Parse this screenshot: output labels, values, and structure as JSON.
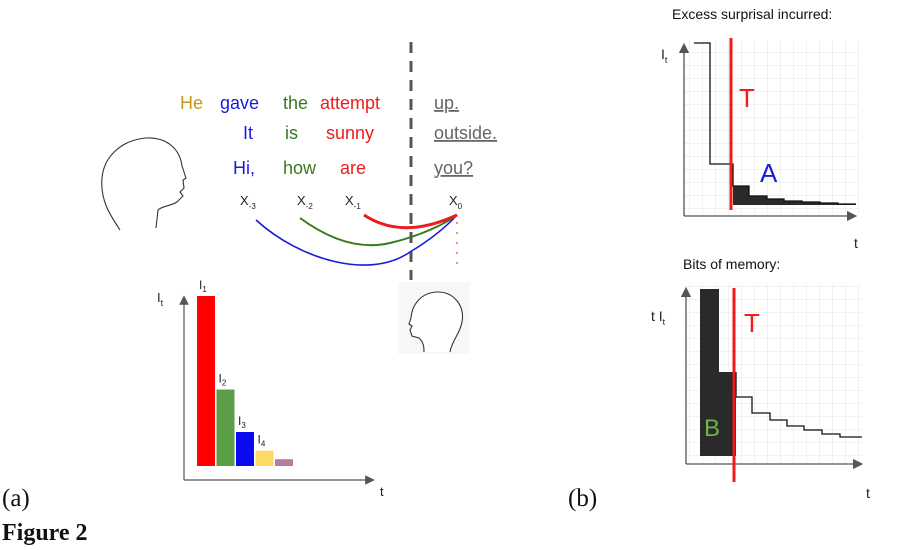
{
  "figure_caption": "Figure 2",
  "panel_a": {
    "label": "(a)",
    "sentences": [
      {
        "tokens": [
          {
            "text": "He",
            "color": "#c8961e"
          },
          {
            "text": "gave",
            "color": "#1a1adb"
          },
          {
            "text": "the",
            "color": "#3a7a1e"
          },
          {
            "text": "attempt",
            "color": "#ee1c1c"
          }
        ],
        "target": "up."
      },
      {
        "tokens": [
          {
            "text": "It",
            "color": "#1a1adb"
          },
          {
            "text": "is",
            "color": "#3a7a1e"
          },
          {
            "text": "sunny",
            "color": "#ee1c1c"
          }
        ],
        "target": "outside."
      },
      {
        "tokens": [
          {
            "text": "Hi,",
            "color": "#1a1adb"
          },
          {
            "text": "how",
            "color": "#3a7a1e"
          },
          {
            "text": "are",
            "color": "#ee1c1c"
          }
        ],
        "target": "you?"
      }
    ],
    "positions": [
      {
        "base": "X",
        "sub": "-3"
      },
      {
        "base": "X",
        "sub": "-2"
      },
      {
        "base": "X",
        "sub": "-1"
      },
      {
        "base": "X",
        "sub": "0"
      }
    ],
    "target_color": "#666666",
    "arc_colors": [
      "#1a1adb",
      "#3a7a1e",
      "#ee1c1c"
    ]
  },
  "panel_a_chart": {
    "type": "bar",
    "ylabel_base": "I",
    "ylabel_sub": "t",
    "xlabel": "t",
    "bars": [
      {
        "base": "I",
        "sub": "1",
        "value": 1.0,
        "color": "#ff0000"
      },
      {
        "base": "I",
        "sub": "2",
        "value": 0.45,
        "color": "#5b9e47"
      },
      {
        "base": "I",
        "sub": "3",
        "value": 0.2,
        "color": "#0a0aee"
      },
      {
        "base": "I",
        "sub": "4",
        "value": 0.09,
        "color": "#ffd966"
      },
      {
        "base": "",
        "sub": "",
        "value": 0.04,
        "color": "#b87b9e"
      }
    ]
  },
  "panel_b": {
    "label": "(b)",
    "top": {
      "title": "Excess surprisal incurred:",
      "ylabel_base": "I",
      "ylabel_sub": "t",
      "xlabel": "t",
      "threshold_label": "T",
      "area_label": "A",
      "threshold_color": "#ee1c1c",
      "area_label_color": "#1a1adb"
    },
    "bottom": {
      "title": "Bits of memory:",
      "ylabel_prefix": "t I",
      "ylabel_sub": "t",
      "xlabel": "t",
      "threshold_label": "T",
      "area_label": "B",
      "threshold_color": "#ee1c1c",
      "area_label_color": "#6fb24f"
    }
  }
}
